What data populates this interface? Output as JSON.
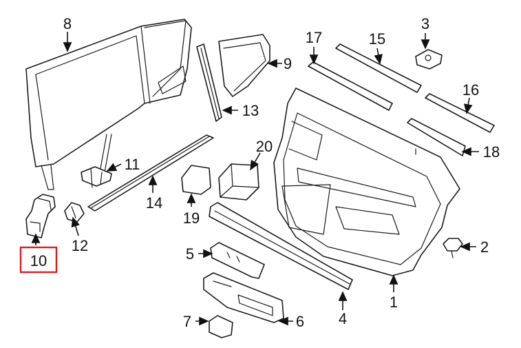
{
  "callouts": {
    "c1": "1",
    "c2": "2",
    "c3": "3",
    "c4": "4",
    "c5": "5",
    "c6": "6",
    "c7": "7",
    "c8": "8",
    "c9": "9",
    "c10": "10",
    "c11": "11",
    "c12": "12",
    "c13": "13",
    "c14": "14",
    "c15": "15",
    "c16": "16",
    "c17": "17",
    "c18": "18",
    "c19": "19",
    "c20": "20"
  },
  "highlighted_callout": "10",
  "colors": {
    "line": "#1a1a1a",
    "highlight": "#e0191c",
    "background": "#ffffff"
  }
}
